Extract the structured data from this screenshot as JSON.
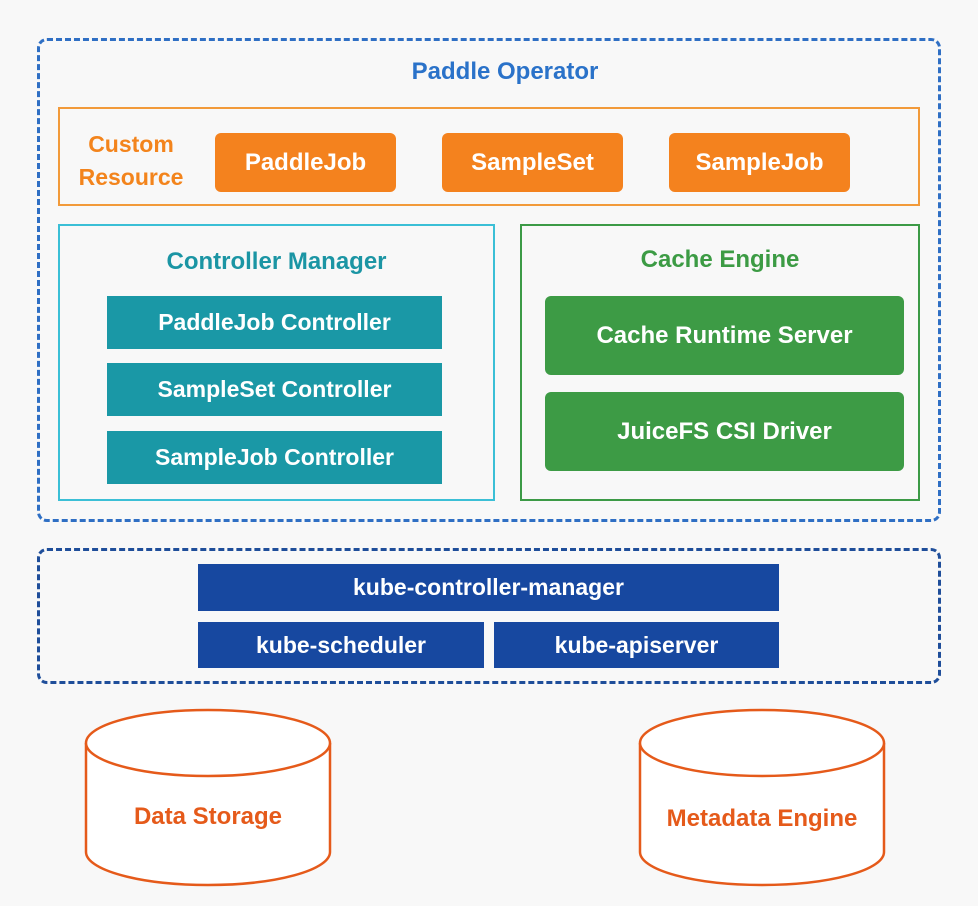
{
  "paddle_operator": {
    "title": "Paddle Operator",
    "custom_resource": {
      "label": "Custom Resource",
      "items": [
        "PaddleJob",
        "SampleSet",
        "SampleJob"
      ]
    },
    "controller_manager": {
      "title": "Controller Manager",
      "items": [
        "PaddleJob Controller",
        "SampleSet Controller",
        "SampleJob Controller"
      ]
    },
    "cache_engine": {
      "title": "Cache Engine",
      "items": [
        "Cache Runtime Server",
        "JuiceFS CSI Driver"
      ]
    }
  },
  "kubernetes": {
    "controller_manager": "kube-controller-manager",
    "scheduler": "kube-scheduler",
    "apiserver": "kube-apiserver"
  },
  "storage": {
    "data_storage": "Data Storage",
    "metadata_engine": "Metadata Engine"
  },
  "colors": {
    "blue": "#2a72c9",
    "orange": "#f4821e",
    "teal": "#1a98a6",
    "green": "#3d9b45",
    "navy": "#1748a0",
    "cylinder": "#e55a1a"
  }
}
